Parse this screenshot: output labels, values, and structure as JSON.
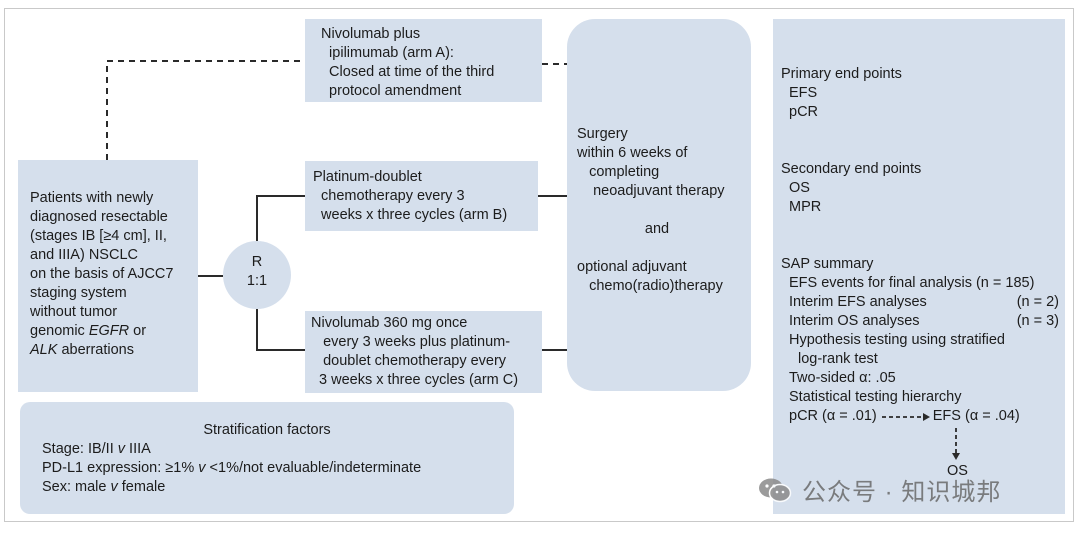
{
  "patients": {
    "lines": [
      "Patients with newly",
      "diagnosed resectable",
      "(stages IB [≥4 cm], II,",
      "and IIIA) NSCLC",
      "on the basis of AJCC7",
      "staging system",
      "without tumor"
    ],
    "line8_pre": "genomic ",
    "line8_em": "EGFR",
    "line8_post": " or",
    "line9_em": "ALK",
    "line9_post": " aberrations"
  },
  "randomization": {
    "label": "R",
    "ratio": "1:1"
  },
  "arm_a": {
    "lines": [
      "Nivolumab plus",
      "  ipilimumab (arm A):",
      "  Closed at time of the third",
      "  protocol amendment"
    ]
  },
  "arm_b": {
    "lines": [
      "Platinum-doublet",
      "  chemotherapy every 3",
      "  weeks x three cycles (arm B)"
    ]
  },
  "arm_c": {
    "lines": [
      "Nivolumab 360 mg once",
      "   every 3 weeks plus platinum-",
      "   doublet chemotherapy every",
      "  3 weeks x three cycles (arm C)"
    ]
  },
  "surgery": {
    "lines": [
      "Surgery",
      "within 6 weeks of",
      "   completing",
      "    neoadjuvant therapy"
    ],
    "and": "and",
    "lines2": [
      "optional adjuvant",
      "   chemo(radio)therapy"
    ]
  },
  "stratification": {
    "title": "Stratification factors",
    "stage_pre": "Stage: IB/II ",
    "stage_v": "v",
    "stage_post": " IIIA",
    "pdl1_pre": "PD-L1 expression: ≥1% ",
    "pdl1_v": "v",
    "pdl1_post": " <1%/not evaluable/indeterminate",
    "sex_pre": "Sex: male ",
    "sex_v": "v",
    "sex_post": " female"
  },
  "endpoints": {
    "primary_title": "Primary end points",
    "primary": [
      "EFS",
      "pCR"
    ],
    "secondary_title": "Secondary end points",
    "secondary": [
      "OS",
      "MPR"
    ],
    "sap_title": "SAP summary",
    "efs_events": "EFS events for final analysis (n = 185)",
    "interim_efs_label": "Interim EFS analyses",
    "interim_efs_n": "(n = 2)",
    "interim_os_label": "Interim OS analyses",
    "interim_os_n": "(n = 3)",
    "hypothesis_1": "Hypothesis testing using stratified",
    "hypothesis_2": "log-rank test",
    "two_sided": "Two-sided α: .05",
    "hierarchy": "Statistical testing hierarchy",
    "pcr_alpha": "pCR (α = .01)",
    "efs_alpha": "EFS (α = .04)",
    "os": "OS"
  },
  "watermark": {
    "text": "公众号 · 知识城邦",
    "icon": "wechat-icon"
  },
  "colors": {
    "box_fill": "#d5dfec",
    "line": "#2a2a2a"
  }
}
